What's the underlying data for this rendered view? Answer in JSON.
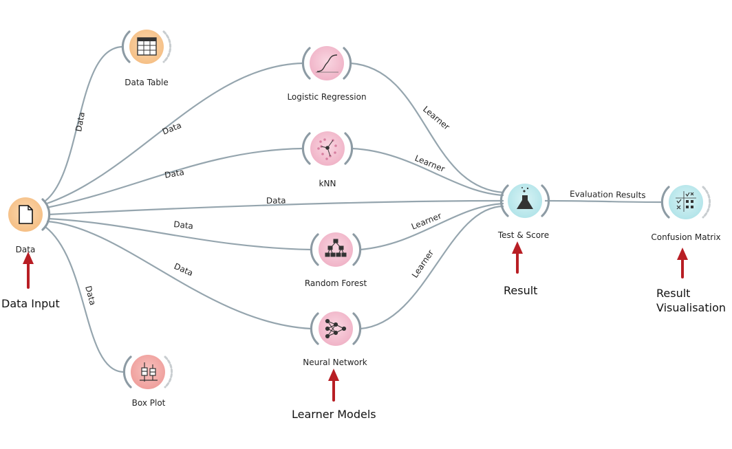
{
  "nodes": {
    "data": {
      "label": "Data",
      "icon": "file-icon",
      "color": "#f7c996"
    },
    "data_table": {
      "label": "Data Table",
      "icon": "table-icon",
      "color": "#f7c996"
    },
    "box_plot": {
      "label": "Box Plot",
      "icon": "box-plot-icon",
      "color": "#f2a8a6"
    },
    "logistic_regression": {
      "label": "Logistic Regression",
      "icon": "sigmoid-curve-icon",
      "color": "#f5c2d3"
    },
    "knn": {
      "label": "kNN",
      "icon": "scatter-dots-icon",
      "color": "#f5c2d3"
    },
    "random_forest": {
      "label": "Random Forest",
      "icon": "tree-icon",
      "color": "#f5c2d3"
    },
    "neural_network": {
      "label": "Neural Network",
      "icon": "network-icon",
      "color": "#f5c2d3"
    },
    "test_score": {
      "label": "Test & Score",
      "icon": "flask-icon",
      "color": "#bfe9ed"
    },
    "confusion_matrix": {
      "label": "Confusion Matrix",
      "icon": "matrix-icon",
      "color": "#bfe9ed"
    }
  },
  "links": {
    "data_to_datatable": "Data",
    "data_to_logreg": "Data",
    "data_to_knn": "Data",
    "data_to_testscore": "Data",
    "data_to_rf": "Data",
    "data_to_nn": "Data",
    "data_to_boxplot": "Data",
    "logreg_to_testscore": "Learner",
    "knn_to_testscore": "Learner",
    "rf_to_testscore": "Learner",
    "nn_to_testscore": "Learner",
    "testscore_to_confusion": "Evaluation Results"
  },
  "annotations": {
    "data_input": "Data Input",
    "learner_models": "Learner Models",
    "result": "Result",
    "result_vis_line1": "Result",
    "result_vis_line2": "Visualisation"
  },
  "colors": {
    "link": "#95a5ae",
    "arrow": "#b81e24"
  }
}
